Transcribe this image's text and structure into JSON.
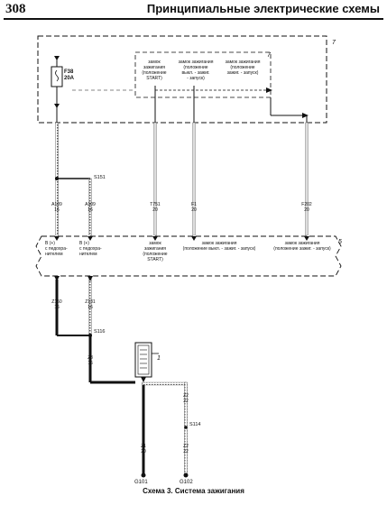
{
  "header": {
    "page_number": "308",
    "title": "Принципиальные электрические схемы"
  },
  "fuse": {
    "name": "F38",
    "rating": "20A"
  },
  "ignition_box": {
    "callout": "7",
    "inner_callout": "7",
    "start_label": [
      "замок",
      "зажигания",
      "(положение",
      "START)"
    ],
    "off_label": [
      "замок зажигания",
      "(положение",
      "выкл. - зажиг.",
      "- запуск)"
    ],
    "run_label": [
      "замок зажигания",
      "(положение",
      "зажиг. - запуск)"
    ]
  },
  "wire_codes": [
    {
      "id": "A109",
      "size": "16"
    },
    {
      "id": "A109",
      "size": "16"
    },
    {
      "id": "T751",
      "size": "20"
    },
    {
      "id": "F1",
      "size": "20"
    },
    {
      "id": "F202",
      "size": "20"
    },
    {
      "id": "Z150",
      "size": "16"
    },
    {
      "id": "Z131",
      "size": "16"
    },
    {
      "id": "Z3",
      "size": "16"
    },
    {
      "id": "Z2",
      "size": "22"
    },
    {
      "id": "Z1",
      "size": "20"
    },
    {
      "id": "Z2",
      "size": "22"
    }
  ],
  "splices": {
    "s151": "S151",
    "s116": "S116",
    "s114": "S114"
  },
  "grounds": {
    "g101": "G101",
    "g102": "G102"
  },
  "connector_box": {
    "callout": "5",
    "b1": [
      "В (+)",
      "с педохра-",
      "нителем"
    ],
    "b2": [
      "В (+)",
      "с педохра-",
      "нителем"
    ],
    "start": [
      "замок",
      "зажигания",
      "(положение",
      "START)"
    ],
    "off": [
      "замок зажигания",
      "(положение выкл. - зажиг. - запуск)"
    ],
    "run": [
      "замок зажигания",
      "(положение зажиг. - запуск)"
    ]
  },
  "component_callout": "1",
  "caption": "Схема 3. Система зажигания"
}
